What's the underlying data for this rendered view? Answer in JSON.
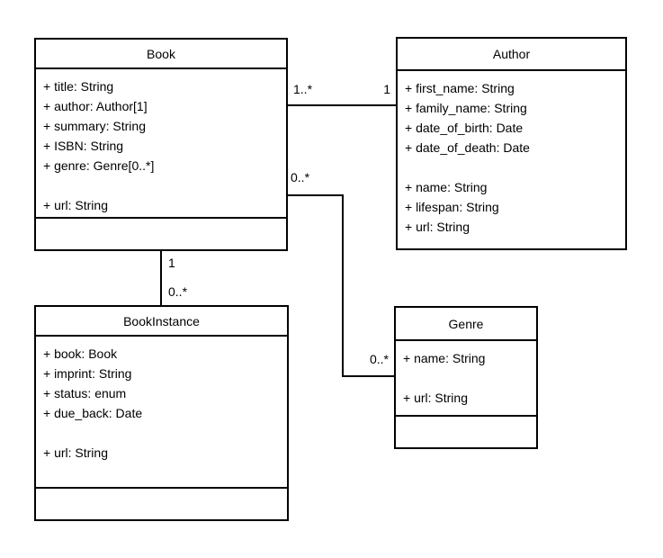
{
  "diagram": {
    "type": "uml-class-diagram",
    "background_color": "#ffffff",
    "stroke_color": "#000000",
    "text_color": "#000000",
    "classes": [
      {
        "name": "Book",
        "attributes": [
          "+ title: String",
          "+ author: Author[1]",
          "+ summary: String",
          "+ ISBN: String",
          "+ genre: Genre[0..*]",
          "",
          "+ url: String"
        ],
        "methods": []
      },
      {
        "name": "Author",
        "attributes": [
          "+ first_name: String",
          "+ family_name: String",
          "+ date_of_birth: Date",
          "+ date_of_death: Date",
          "",
          "+ name: String",
          "+ lifespan: String",
          "+ url: String"
        ],
        "methods": []
      },
      {
        "name": "BookInstance",
        "attributes": [
          "+ book: Book",
          "+ imprint: String",
          "+ status: enum",
          "+ due_back: Date",
          "",
          "+ url: String"
        ],
        "methods": []
      },
      {
        "name": "Genre",
        "attributes": [
          "+ name: String",
          "",
          "+ url: String"
        ],
        "methods": []
      }
    ],
    "relationships": [
      {
        "from": "Book",
        "to": "Author",
        "from_label": "1..*",
        "to_label": "1"
      },
      {
        "from": "Book",
        "to": "BookInstance",
        "from_label": "1",
        "to_label": "0..*"
      },
      {
        "from": "Book",
        "to": "Genre",
        "from_label": "0..*",
        "to_label": "0..*"
      }
    ]
  }
}
